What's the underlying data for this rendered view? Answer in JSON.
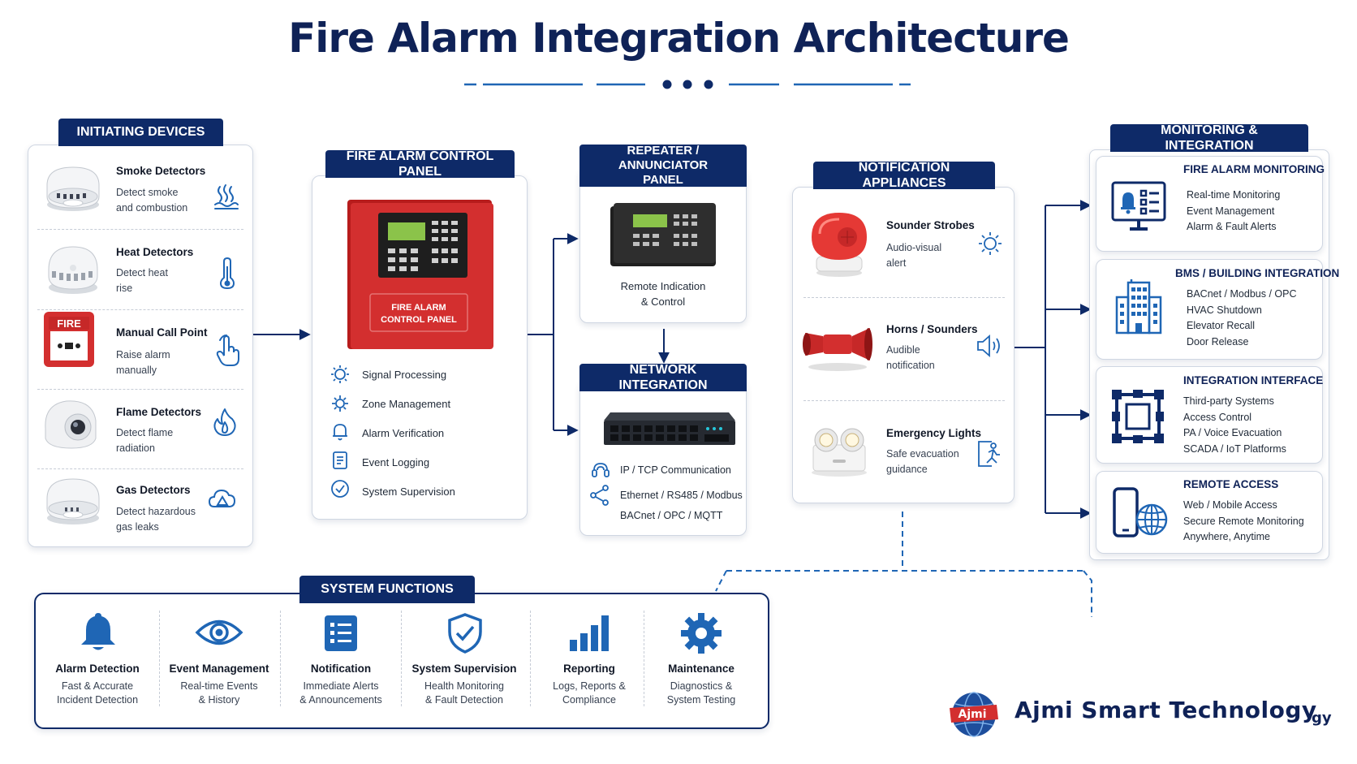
{
  "title": "Fire Alarm Integration Architecture",
  "colors": {
    "navy": "#0e2a68",
    "blue": "#1f66b5",
    "red": "#c62828",
    "border": "#cfd6e2"
  },
  "initiating": {
    "header": "INITIATING DEVICES",
    "items": [
      {
        "name": "Smoke Detectors",
        "desc1": "Detect smoke",
        "desc2": "and combustion",
        "icon": "smoke-waves-icon"
      },
      {
        "name": "Heat Detectors",
        "desc1": "Detect heat",
        "desc2": "rise",
        "icon": "thermometer-icon"
      },
      {
        "name": "Manual Call Point",
        "desc1": "Raise alarm",
        "desc2": "manually",
        "icon": "hand-press-icon",
        "device_label": "FIRE"
      },
      {
        "name": "Flame Detectors",
        "desc1": "Detect flame",
        "desc2": "radiation",
        "icon": "flame-icon"
      },
      {
        "name": "Gas Detectors",
        "desc1": "Detect hazardous",
        "desc2": "gas leaks",
        "icon": "gas-cloud-icon"
      }
    ]
  },
  "panel": {
    "header": "FIRE ALARM CONTROL PANEL",
    "device_label_1": "FIRE ALARM",
    "device_label_2": "CONTROL PANEL",
    "functions": [
      "Signal Processing",
      "Zone Management",
      "Alarm Verification",
      "Event Logging",
      "System Supervision"
    ]
  },
  "repeater": {
    "header_1": "REPEATER / ANNUNCIATOR",
    "header_2": "PANEL",
    "desc_1": "Remote Indication",
    "desc_2": "& Control"
  },
  "network": {
    "header": "NETWORK INTEGRATION",
    "items": [
      "IP / TCP Communication",
      "Ethernet / RS485 / Modbus",
      "BACnet / OPC / MQTT"
    ]
  },
  "notification": {
    "header": "NOTIFICATION APPLIANCES",
    "items": [
      {
        "name": "Sounder Strobes",
        "desc1": "Audio-visual",
        "desc2": "alert",
        "icon": "strobe-light-icon"
      },
      {
        "name": "Horns / Sounders",
        "desc1": "Audible",
        "desc2": "notification",
        "icon": "speaker-icon"
      },
      {
        "name": "Emergency Lights",
        "desc1": "Safe evacuation",
        "desc2": "guidance",
        "icon": "exit-run-icon"
      }
    ]
  },
  "monitoring": {
    "header": "MONITORING & INTEGRATION",
    "sections": [
      {
        "title": "FIRE ALARM MONITORING",
        "lines": [
          "Real-time Monitoring",
          "Event Management",
          "Alarm & Fault Alerts"
        ],
        "icon": "monitor-bell-icon"
      },
      {
        "title": "BMS / BUILDING INTEGRATION",
        "lines": [
          "BACnet / Modbus / OPC",
          "HVAC Shutdown",
          "Elevator Recall",
          "Door Release"
        ],
        "icon": "building-icon"
      },
      {
        "title": "INTEGRATION INTERFACE",
        "lines": [
          "Third-party Systems",
          "Access Control",
          "PA / Voice Evacuation",
          "SCADA / IoT Platforms"
        ],
        "icon": "integration-grid-icon"
      },
      {
        "title": "REMOTE ACCESS",
        "lines": [
          "Web / Mobile Access",
          "Secure Remote Monitoring",
          "Anywhere, Anytime"
        ],
        "icon": "mobile-globe-icon"
      }
    ]
  },
  "system_functions": {
    "header": "SYSTEM FUNCTIONS",
    "items": [
      {
        "title": "Alarm Detection",
        "d1": "Fast & Accurate",
        "d2": "Incident Detection",
        "icon": "bell-icon"
      },
      {
        "title": "Event Management",
        "d1": "Real-time Events",
        "d2": "& History",
        "icon": "eye-icon"
      },
      {
        "title": "Notification",
        "d1": "Immediate Alerts",
        "d2": "& Announcements",
        "icon": "list-icon"
      },
      {
        "title": "System Supervision",
        "d1": "Health Monitoring",
        "d2": "& Fault Detection",
        "icon": "shield-check-icon"
      },
      {
        "title": "Reporting",
        "d1": "Logs, Reports &",
        "d2": "Compliance",
        "icon": "bar-chart-icon"
      },
      {
        "title": "Maintenance",
        "d1": "Diagnostics &",
        "d2": "System Testing",
        "icon": "gear-icon"
      }
    ]
  },
  "brand": {
    "logo_text": "Ajmi",
    "name": "Ajmi Smart Technology",
    "fragment": "gy"
  }
}
